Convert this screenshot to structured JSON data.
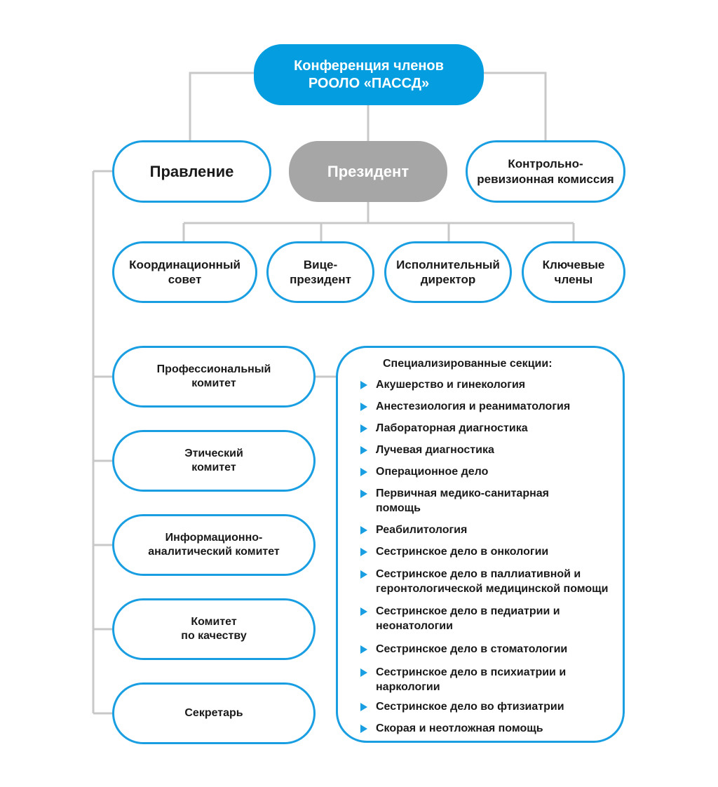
{
  "conference": "Конференция членов\nРООЛО «ПАССД»",
  "board": "Правление",
  "president": "Президент",
  "audit_commission": "Контрольно-\nревизионная комиссия",
  "coordination_council": "Координационный\nсовет",
  "vice_president": "Вице-\nпрезидент",
  "executive_director": "Исполнительный\nдиректор",
  "key_members": "Ключевые\nчлены",
  "professional_committee": "Профессиональный\nкомитет",
  "ethics_committee": "Этический\nкомитет",
  "info_analytic_committee": "Информационно-\nаналитический комитет",
  "quality_committee": "Комитет\nпо качеству",
  "secretary": "Секретарь",
  "sections": {
    "title": "Специализированные секции:",
    "items": [
      "Акушерство и гинекология",
      "Анестезиология и реаниматология",
      "Лабораторная диагностика",
      "Лучевая диагностика",
      "Операционное дело",
      "Первичная медико-санитарная\nпомощь",
      "Реабилитология",
      "Сестринское дело в онкологии",
      "Сестринское дело в паллиативной и\nгеронтологической медицинской помощи",
      "Сестринское дело в педиатрии и\nнеонатологии",
      "Сестринское дело в стоматологии",
      "Сестринское дело в психиатрии и\nнаркологии",
      "Сестринское дело во фтизиатрии",
      "Скорая и неотложная помощь"
    ]
  },
  "colors": {
    "accent": "#1a9ee2",
    "top_fill": "#049ee0",
    "president_fill": "#a6a6a6",
    "connector": "#c8c8c8"
  }
}
